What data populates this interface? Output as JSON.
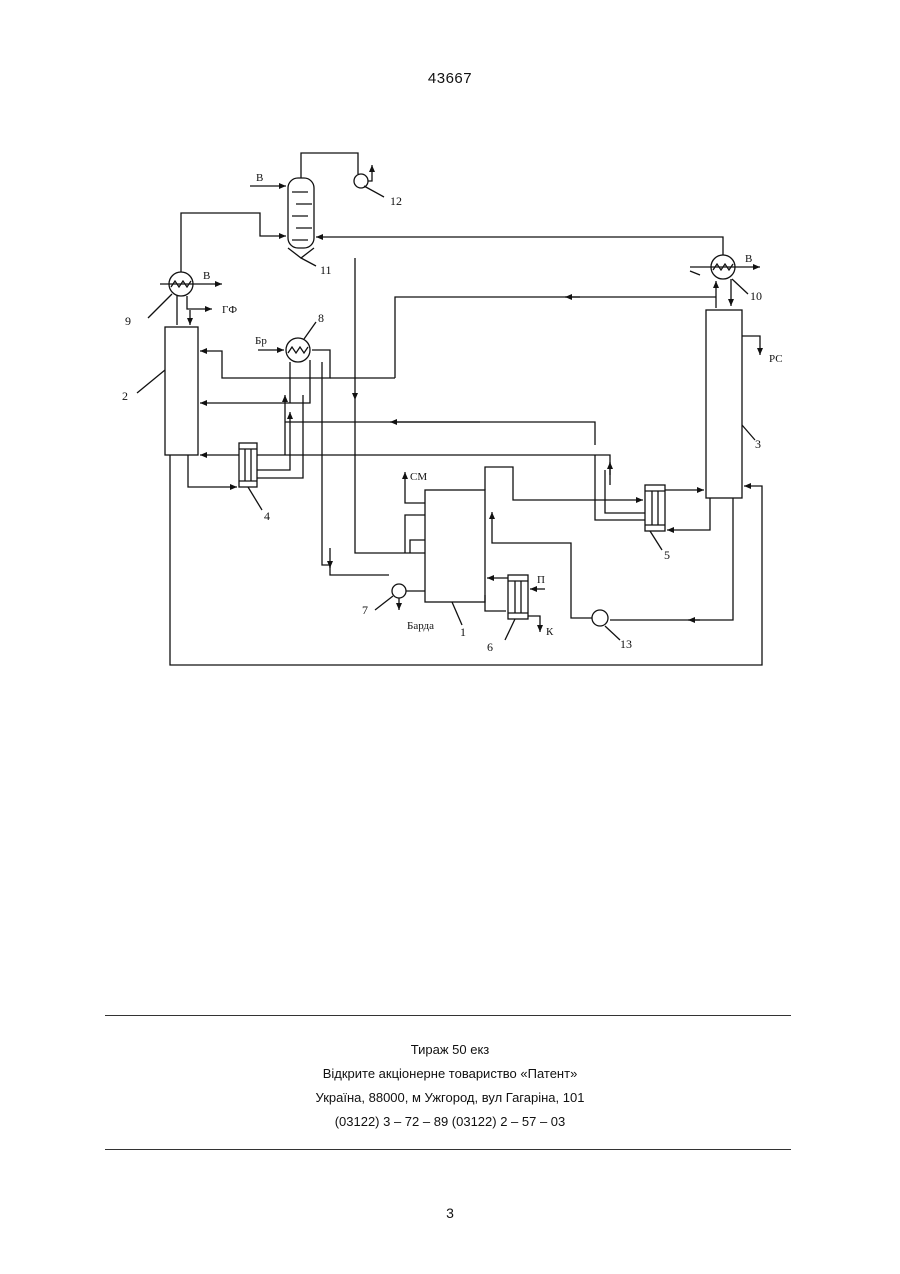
{
  "header": {
    "patent_number": "43667"
  },
  "diagram": {
    "labels": {
      "n1": "1",
      "n2": "2",
      "n3": "3",
      "n4": "4",
      "n5": "5",
      "n6": "6",
      "n7": "7",
      "n8": "8",
      "n9": "9",
      "n10": "10",
      "n11": "11",
      "n12": "12",
      "n13": "13",
      "water_11": "В",
      "water_9": "В",
      "water_10": "В",
      "gf": "ГФ",
      "br": "Бр",
      "rs": "РС",
      "sm": "СМ",
      "p": "П",
      "k": "К",
      "barda": "Барда"
    }
  },
  "imprint": {
    "line1": "Тираж 50 екз",
    "line2": "Відкрите акціонерне товариство «Патент»",
    "line3": "Україна, 88000, м  Ужгород, вул  Гагаріна, 101",
    "line4": "(03122) 3 – 72 – 89   (03122) 2 – 57 – 03"
  },
  "footer": {
    "page_number": "3"
  }
}
